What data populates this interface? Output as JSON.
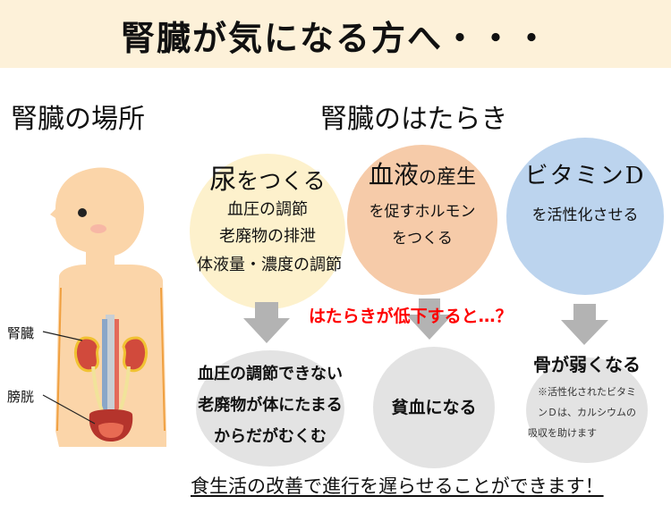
{
  "title": "腎臓が気になる方へ・・・",
  "heading_location": "腎臓の場所",
  "heading_function": "腎臓のはたらき",
  "body_labels": {
    "kidney": "腎臓",
    "bladder": "膀胱"
  },
  "functions": [
    {
      "main": "尿",
      "main_rest": "をつくる",
      "lines": [
        "血圧の調節",
        "老廃物の排泄",
        "体液量・濃度の調節"
      ]
    },
    {
      "main": "血液",
      "mid": "の",
      "main2": "産生",
      "lines": [
        "を促すホルモン",
        "をつくる"
      ]
    },
    {
      "main": "ビタミンD",
      "lines": [
        "を活性化させる"
      ]
    }
  ],
  "warning": "はたらきが低下すると…？",
  "effects": [
    {
      "lines": [
        "血圧の調節できない",
        "老廃物が体にたまる",
        "からだがむくむ"
      ]
    },
    {
      "lines": [
        "貧血になる"
      ]
    },
    {
      "title": "骨が弱くなる",
      "note_lines": [
        "※活性化されたビタミ",
        "ンＤは、カルシウムの",
        "吸収を助けます"
      ]
    }
  ],
  "footer": "食生活の改善で進行を遅らせることができます！",
  "colors": {
    "title_band": "#fdf1d9",
    "circle_urine": "#fdf1cc",
    "circle_blood": "#f6cba9",
    "circle_vitamin": "#bcd4ee",
    "circle_effect": "#e3e3e3",
    "warning": "#ff0000"
  }
}
